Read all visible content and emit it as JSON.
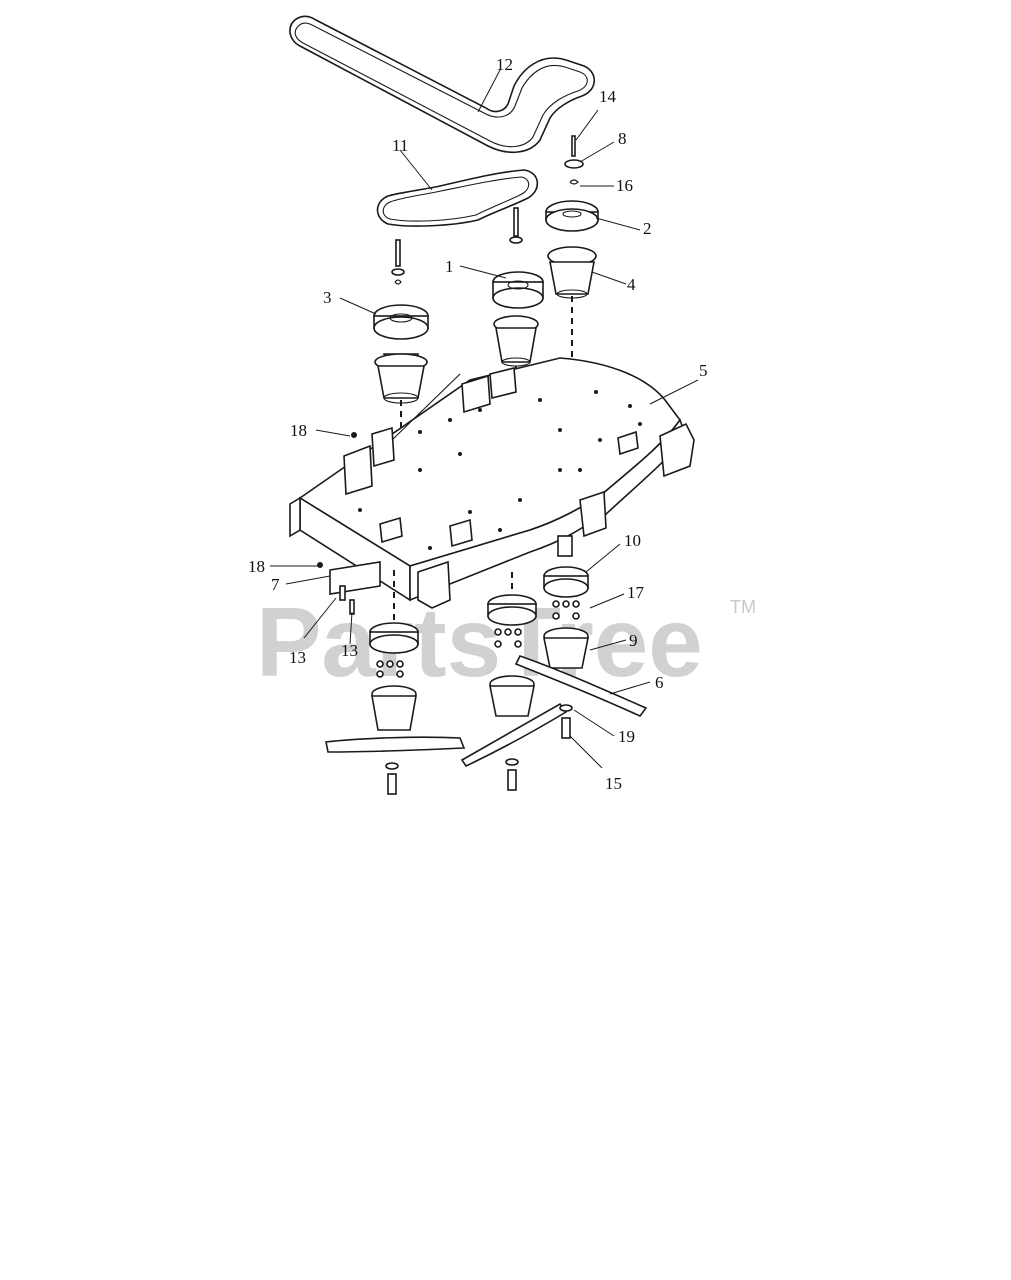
{
  "watermark": {
    "text": "PartsTree",
    "trademark": "TM"
  },
  "callouts": [
    {
      "id": "c1",
      "label": "1"
    },
    {
      "id": "c2",
      "label": "2"
    },
    {
      "id": "c3",
      "label": "3"
    },
    {
      "id": "c4",
      "label": "4"
    },
    {
      "id": "c5",
      "label": "5"
    },
    {
      "id": "c6",
      "label": "6"
    },
    {
      "id": "c7",
      "label": "7"
    },
    {
      "id": "c8",
      "label": "8"
    },
    {
      "id": "c9",
      "label": "9"
    },
    {
      "id": "c10",
      "label": "10"
    },
    {
      "id": "c11",
      "label": "11"
    },
    {
      "id": "c12",
      "label": "12"
    },
    {
      "id": "c13a",
      "label": "13"
    },
    {
      "id": "c13b",
      "label": "13"
    },
    {
      "id": "c14",
      "label": "14"
    },
    {
      "id": "c15",
      "label": "15"
    },
    {
      "id": "c16",
      "label": "16"
    },
    {
      "id": "c17",
      "label": "17"
    },
    {
      "id": "c18a",
      "label": "18"
    },
    {
      "id": "c18b",
      "label": "18"
    },
    {
      "id": "c19",
      "label": "19"
    }
  ]
}
